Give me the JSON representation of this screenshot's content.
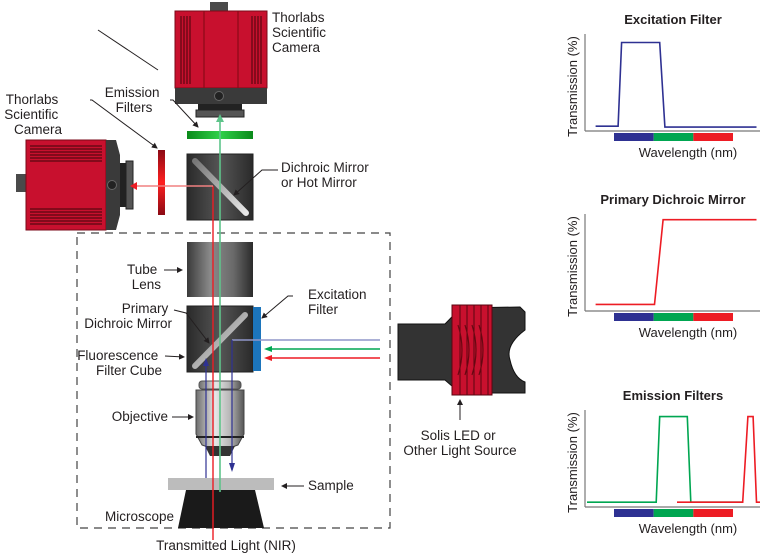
{
  "labels": {
    "top_camera": [
      "Thorlabs",
      "Scientific",
      "Camera"
    ],
    "side_camera": [
      "Thorlabs",
      "Scientific",
      "Camera"
    ],
    "emission_filters": [
      "Emission",
      "Filters"
    ],
    "dichroic_mirror": [
      "Dichroic Mirror",
      "or Hot Mirror"
    ],
    "tube_lens": [
      "Tube",
      "Lens"
    ],
    "primary_dichroic": [
      "Primary",
      "Dichroic Mirror"
    ],
    "filter_cube": [
      "Fluorescence",
      "Filter Cube"
    ],
    "excitation_filter": [
      "Excitation",
      "Filter"
    ],
    "objective": "Objective",
    "sample": "Sample",
    "microscope": "Microscope",
    "transmitted_light": "Transmitted Light (NIR)",
    "light_source": [
      "Solis LED or",
      "Other Light Source"
    ]
  },
  "colors": {
    "camera_red": "#c8102e",
    "camera_dark": "#3a3a3a",
    "blue": "#2e3192",
    "green": "#00a651",
    "red": "#ed1c24",
    "beam_green": "#5ec48a",
    "excitation_blue": "#1c75bc"
  },
  "chart_data": [
    {
      "type": "line",
      "title": "Excitation Filter",
      "xlabel": "Wavelength (nm)",
      "ylabel": "Transmission (%)",
      "band_colors": [
        "#2e3192",
        "#00a651",
        "#ed1c24"
      ],
      "x_range": [
        0,
        100
      ],
      "y_range": [
        0,
        100
      ],
      "series": [
        {
          "name": "excitation",
          "color": "#2e3192",
          "x": [
            5,
            18,
            20,
            42,
            45,
            98
          ],
          "y": [
            3,
            3,
            93,
            93,
            2,
            2
          ]
        }
      ]
    },
    {
      "type": "line",
      "title": "Primary Dichroic Mirror",
      "xlabel": "Wavelength (nm)",
      "ylabel": "Transmission (%)",
      "band_colors": [
        "#2e3192",
        "#00a651",
        "#ed1c24"
      ],
      "x_range": [
        0,
        100
      ],
      "y_range": [
        0,
        100
      ],
      "series": [
        {
          "name": "dichroic",
          "color": "#ed1c24",
          "x": [
            5,
            39,
            44,
            98
          ],
          "y": [
            5,
            5,
            96,
            96
          ]
        }
      ]
    },
    {
      "type": "line",
      "title": "Emission Filters",
      "xlabel": "Wavelength (nm)",
      "ylabel": "Transmission (%)",
      "band_colors": [
        "#2e3192",
        "#00a651",
        "#ed1c24"
      ],
      "x_range": [
        0,
        100
      ],
      "y_range": [
        0,
        100
      ],
      "series": [
        {
          "name": "green emission",
          "color": "#00a651",
          "x": [
            0,
            40,
            42,
            58,
            60,
            90
          ],
          "y": [
            3,
            3,
            95,
            95,
            3,
            3
          ]
        },
        {
          "name": "red emission",
          "color": "#ed1c24",
          "x": [
            52,
            90,
            93,
            96,
            98,
            100
          ],
          "y": [
            3,
            3,
            95,
            95,
            3,
            3
          ]
        }
      ]
    }
  ]
}
